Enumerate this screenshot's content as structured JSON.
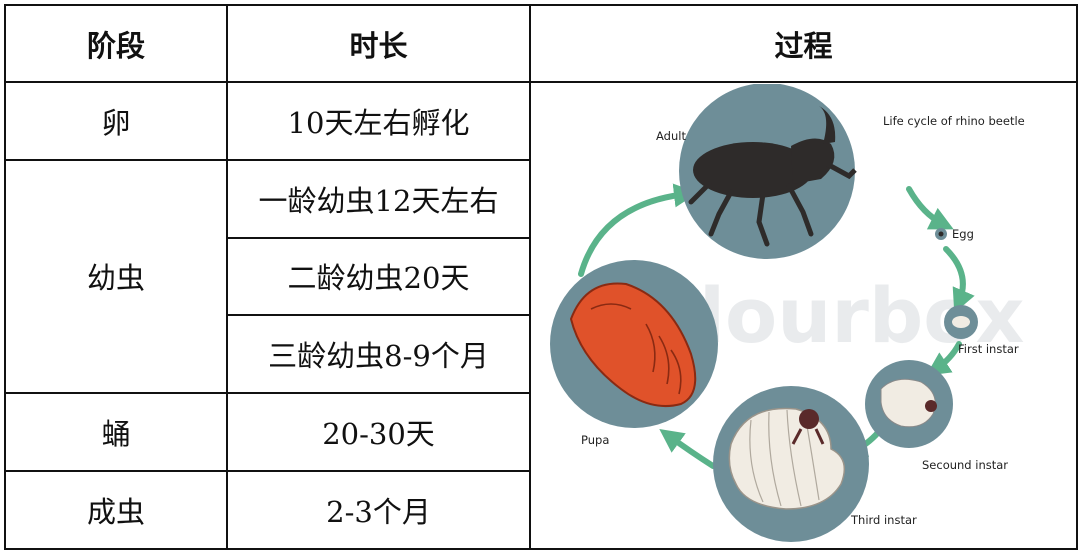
{
  "table": {
    "headers": [
      "阶段",
      "时长",
      "过程"
    ],
    "stages": {
      "egg": {
        "name": "卵",
        "duration": "10天左右孵化"
      },
      "larva": {
        "name": "幼虫",
        "durations": [
          "一龄幼虫12天左右",
          "二龄幼虫20天",
          "三龄幼虫8-9个月"
        ]
      },
      "pupa": {
        "name": "蛹",
        "duration": "20-30天"
      },
      "adult": {
        "name": "成虫",
        "duration": "2-3个月"
      }
    }
  },
  "diagram": {
    "title": "Life cycle of rhino beetle",
    "labels": {
      "adult": "Adult",
      "egg": "Egg",
      "first_instar": "First instar",
      "second_instar": "Secound instar",
      "third_instar": "Third instar",
      "pupa": "Pupa"
    },
    "watermark": "Colourbox",
    "colors": {
      "circle": "#6e8e98",
      "arrow": "#5ab38a",
      "beetle": "#2e2b2a",
      "pupa": "#e0522a",
      "larva": "#f1ece3"
    }
  }
}
